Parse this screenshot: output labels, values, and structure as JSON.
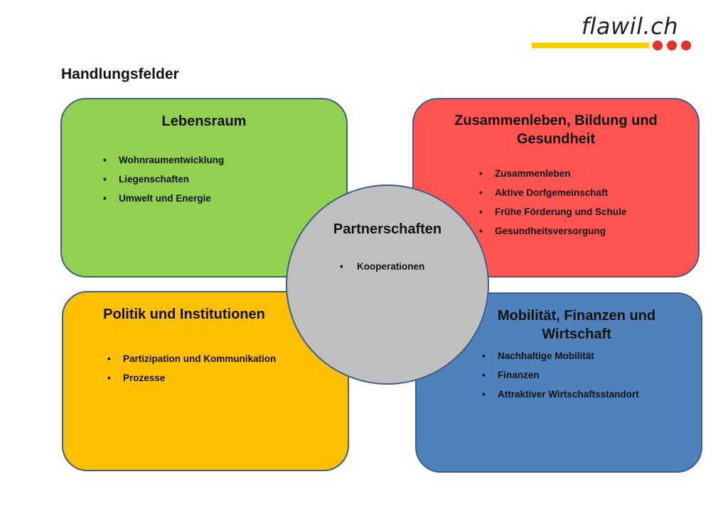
{
  "logo": {
    "text": "flawil.ch",
    "bar_color": "#f5d000",
    "dot_color": "#e1302f"
  },
  "title": "Handlungsfelder",
  "fields": {
    "lebensraum": {
      "title": "Lebensraum",
      "color": "#92d050",
      "items": [
        "Wohnraumentwicklung",
        "Liegenschaften",
        "Umwelt und Energie"
      ]
    },
    "zusammenleben": {
      "title_line1": "Zusammenleben, Bildung und",
      "title_line2": "Gesundheit",
      "color": "#fe5553",
      "items": [
        "Zusammenleben",
        "Aktive Dorfgemeinschaft",
        "Frühe Förderung und Schule",
        "Gesundheitsversorgung"
      ]
    },
    "politik": {
      "title": "Politik und Institutionen",
      "color": "#ffc000",
      "items": [
        "Partizipation und Kommunikation",
        "Prozesse"
      ]
    },
    "mobilitaet": {
      "title_line1": "Mobilität, Finanzen und",
      "title_line2": "Wirtschaft",
      "color": "#4f81bd",
      "items": [
        "Nachhaltige Mobilität",
        "Finanzen",
        "Attraktiver Wirtschaftsstandort"
      ]
    },
    "partnerschaften": {
      "title": "Partnerschaften",
      "color": "#bfbfbf",
      "items": [
        "Kooperationen"
      ]
    }
  }
}
